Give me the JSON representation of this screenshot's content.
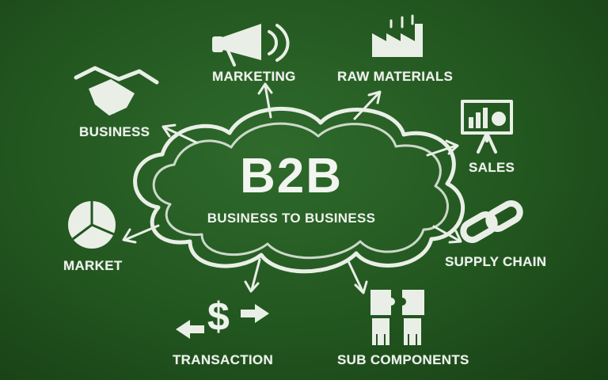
{
  "center": {
    "title": "B2B",
    "subtitle": "BUSINESS TO BUSINESS"
  },
  "nodes": {
    "marketing": "MARKETING",
    "raw_materials": "RAW MATERIALS",
    "business": "BUSINESS",
    "sales": "SALES",
    "market": "MARKET",
    "supply_chain": "SUPPLY CHAIN",
    "transaction": "TRANSACTION",
    "sub_components": "SUB COMPONENTS"
  },
  "colors": {
    "board": "#22561f",
    "chalk": "#e9efe6"
  },
  "icons": {
    "marketing": "megaphone-icon",
    "raw_materials": "factory-icon",
    "business": "handshake-icon",
    "sales": "presentation-chart-icon",
    "market": "pie-chart-icon",
    "supply_chain": "chain-link-icon",
    "transaction": "dollar-arrows-icon",
    "sub_components": "puzzle-people-icon"
  }
}
